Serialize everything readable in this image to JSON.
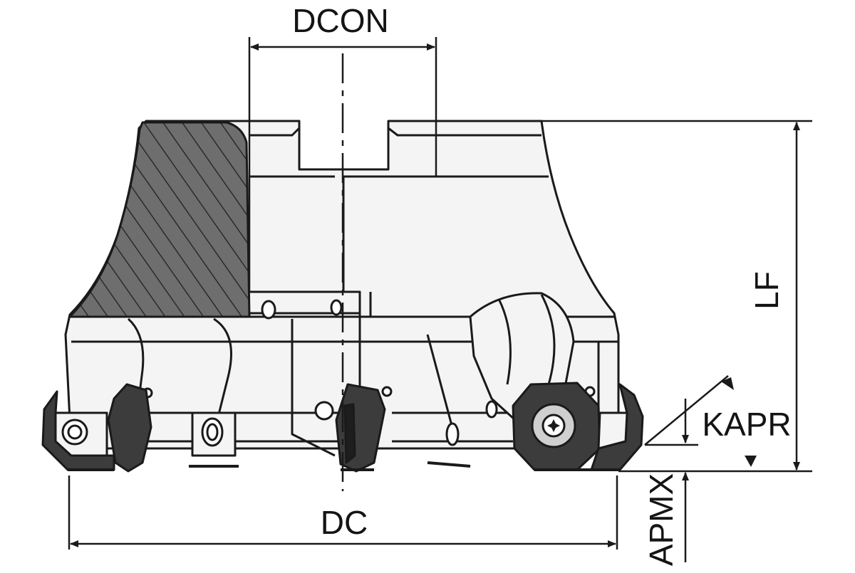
{
  "drawing": {
    "labels": {
      "dcon": "DCON",
      "lf": "LF",
      "kapr": "KAPR",
      "dc": "DC",
      "apmx": "APMX"
    },
    "colors": {
      "line": "#1a1a1a",
      "hatch_fill": "#6e6e6e",
      "body_fill": "#f4f4f4",
      "insert_fill": "#3c3c3c",
      "screw_fill": "#cfcfcf"
    }
  }
}
